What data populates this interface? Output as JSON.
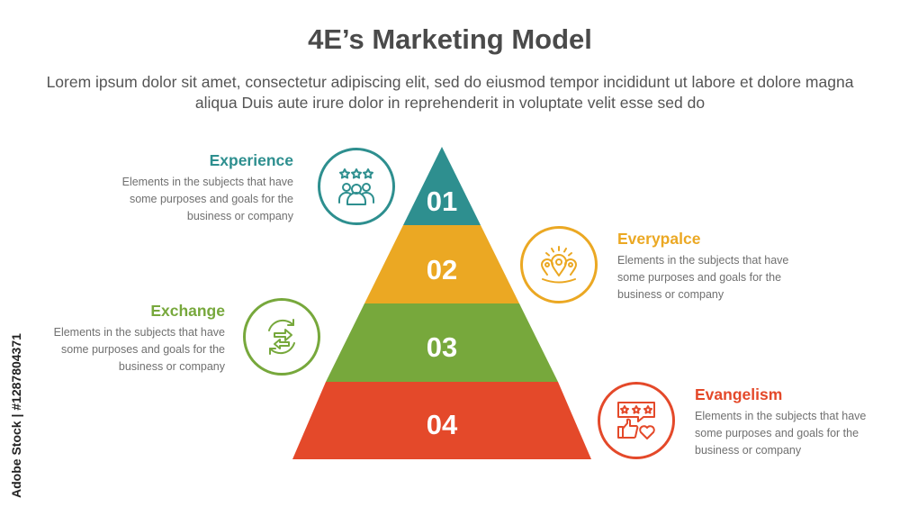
{
  "header": {
    "title": "4E’s Marketing Model",
    "subtitle": "Lorem ipsum dolor sit amet, consectetur adipiscing elit, sed do eiusmod tempor incididunt ut labore et dolore magna aliqua Duis aute irure dolor in reprehenderit in voluptate velit esse sed do"
  },
  "levels": [
    {
      "number": "01",
      "color": "#2e8f8f"
    },
    {
      "number": "02",
      "color": "#eba823"
    },
    {
      "number": "03",
      "color": "#77a83c"
    },
    {
      "number": "04",
      "color": "#e4492a"
    }
  ],
  "items": [
    {
      "heading": "Experience",
      "text": "Elements in the subjects that have some purposes and goals for the business or company",
      "color": "#2e8f8f",
      "icon": "people-rating-icon"
    },
    {
      "heading": "Everypalce",
      "text": "Elements in the subjects that have some purposes and goals for the business or company",
      "color": "#eba823",
      "icon": "location-pins-icon"
    },
    {
      "heading": "Exchange",
      "text": "Elements in the subjects that have some purposes and goals for the business or company",
      "color": "#77a83c",
      "icon": "exchange-arrows-icon"
    },
    {
      "heading": "Evangelism",
      "text": "Elements in the subjects that have some purposes and goals for the business or company",
      "color": "#e4492a",
      "icon": "review-thumbs-up-icon"
    }
  ],
  "stock_label": "Adobe Stock | #1287804371"
}
